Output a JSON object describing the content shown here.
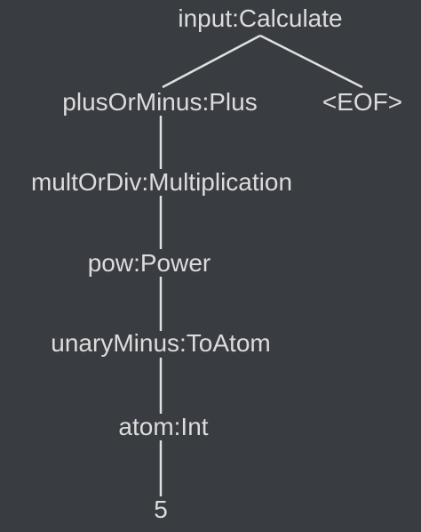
{
  "diagram": {
    "type": "parse-tree",
    "colors": {
      "background": "#393c40",
      "text": "#dcdcdc",
      "edge": "#e0e0e0"
    },
    "nodes": [
      {
        "id": "input",
        "label": "input:Calculate",
        "parent": null
      },
      {
        "id": "plus",
        "label": "plusOrMinus:Plus",
        "parent": "input"
      },
      {
        "id": "eof",
        "label": "<EOF>",
        "parent": "input"
      },
      {
        "id": "mult",
        "label": "multOrDiv:Multiplication",
        "parent": "plus"
      },
      {
        "id": "pow",
        "label": "pow:Power",
        "parent": "mult"
      },
      {
        "id": "unary",
        "label": "unaryMinus:ToAtom",
        "parent": "pow"
      },
      {
        "id": "atom",
        "label": "atom:Int",
        "parent": "unary"
      },
      {
        "id": "num",
        "label": "5",
        "parent": "atom"
      }
    ]
  }
}
